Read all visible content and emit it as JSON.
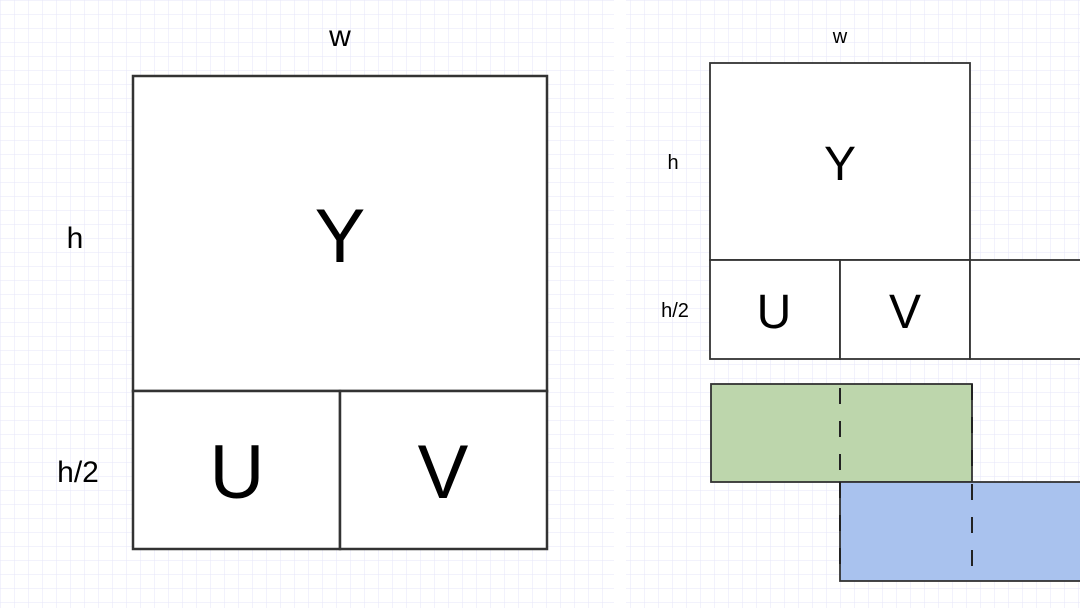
{
  "left": {
    "width_label": "w",
    "height_label": "h",
    "half_height_label": "h/2",
    "y_label": "Y",
    "u_label": "U",
    "v_label": "V"
  },
  "right": {
    "width_label": "w",
    "height_label": "h",
    "half_height_label": "h/2",
    "y_label": "Y",
    "u_label": "U",
    "v_label": "V"
  },
  "colors": {
    "grid": "#e6e6f8",
    "stroke": "#333333",
    "green": "#bdd6ac",
    "blue": "#a9c2ee"
  }
}
